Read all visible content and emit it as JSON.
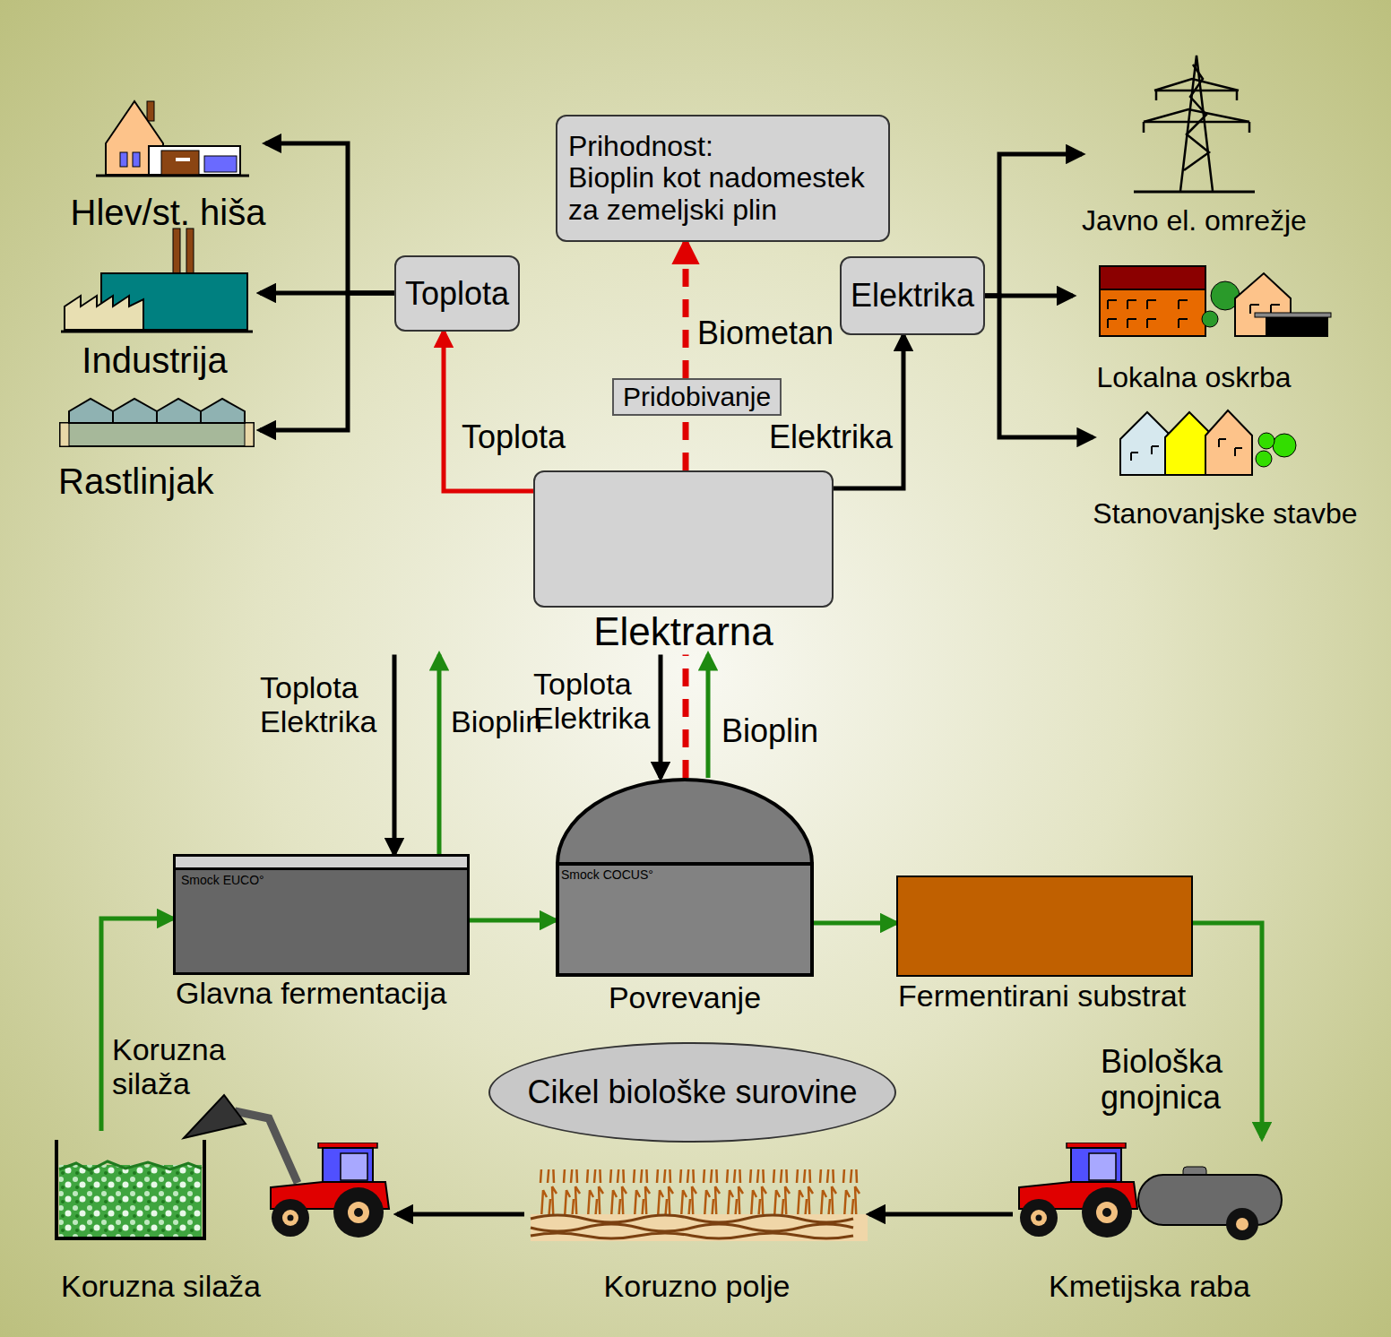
{
  "diagram": {
    "nodes": [
      {
        "text": [
          "Hlev/st. hiša"
        ]
      },
      {
        "text": [
          "Prihodnost:",
          "Bioplin kot nadomestek za zemeljski plin"
        ]
      },
      {
        "text": [
          "Javno el. omrežje"
        ]
      },
      {
        "text": [
          "Industrija"
        ]
      },
      {
        "text": [
          "Toplota"
        ]
      },
      {
        "text": [
          "Elektrika"
        ]
      },
      {
        "text": [
          "Lokalna oskrba"
        ]
      },
      {
        "text": [
          "Pridobivanje"
        ]
      },
      {
        "text": [
          "Rastlinjak"
        ]
      },
      {
        "text": [
          "Stanovanjske stavbe"
        ]
      },
      {
        "text": [
          "Elektrarna"
        ]
      },
      {
        "text": [
          "Smock EUCO°",
          "Glavna fermentacija"
        ]
      },
      {
        "text": [
          "Smock COCUS°",
          "Povrevanje"
        ]
      },
      {
        "text": [
          "Fermentirani substrat"
        ]
      },
      {
        "text": [
          "Cikel biološke surovine"
        ]
      },
      {
        "text": [
          "Koruzna silaža"
        ]
      },
      {
        "text": [
          "Koruzno polje"
        ]
      },
      {
        "text": [
          "Kmetijska raba"
        ]
      }
    ],
    "edges": [
      {
        "from": 4,
        "to": 0,
        "arrow": "to"
      },
      {
        "from": 4,
        "to": 3,
        "arrow": "to"
      },
      {
        "from": 4,
        "to": 8,
        "arrow": "to"
      },
      {
        "from": 5,
        "to": 2,
        "arrow": "to"
      },
      {
        "from": 5,
        "to": 6,
        "arrow": "to"
      },
      {
        "from": 5,
        "to": 9,
        "arrow": "to"
      },
      {
        "from": 10,
        "to": 4,
        "label": "Toplota",
        "arrow": "to"
      },
      {
        "from": 10,
        "to": 5,
        "label": "Elektrika",
        "arrow": "to"
      },
      {
        "from": 12,
        "to": 10,
        "arrow": "none"
      },
      {
        "from": 10,
        "to": 7,
        "arrow": "none"
      },
      {
        "from": 7,
        "to": 1,
        "label": "Biometan",
        "arrow": "to"
      },
      {
        "from": 10,
        "to": 11,
        "label": "Toplota Elektrika",
        "arrow": "to"
      },
      {
        "from": 11,
        "to": 10,
        "label": "Bioplin",
        "arrow": "to"
      },
      {
        "from": 10,
        "to": 12,
        "label": "Toplota Elektrika",
        "arrow": "to"
      },
      {
        "from": 12,
        "to": 10,
        "label": "Bioplin",
        "arrow": "to"
      },
      {
        "from": 11,
        "to": 12,
        "arrow": "to"
      },
      {
        "from": 12,
        "to": 13,
        "arrow": "to"
      },
      {
        "from": 13,
        "to": 17,
        "label": "Biološka gnojnica",
        "arrow": "to"
      },
      {
        "from": 17,
        "to": 16,
        "arrow": "to"
      },
      {
        "from": 16,
        "to": 15,
        "arrow": "to"
      },
      {
        "from": 15,
        "to": 11,
        "label": "Koruzna silaža",
        "arrow": "to"
      }
    ]
  }
}
